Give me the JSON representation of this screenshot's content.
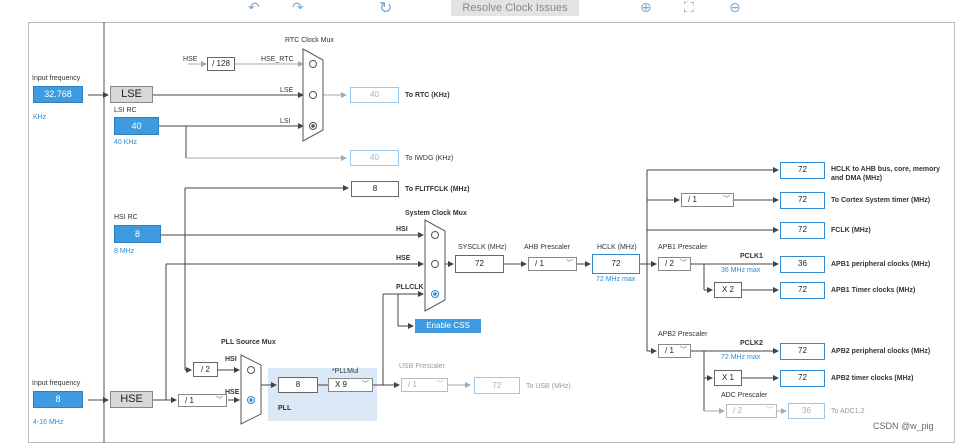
{
  "toolbar": {
    "undo_icon": "undo-icon",
    "redo_icon": "redo-icon",
    "refresh_icon": "refresh-icon",
    "resolve_label": "Resolve Clock Issues",
    "zoom_in_icon": "zoom-in-icon",
    "fit_icon": "fit-icon",
    "zoom_out_icon": "zoom-out-icon"
  },
  "labels": {
    "input_freq_top": "Input frequency",
    "input_freq_bottom": "Input frequency",
    "khz": "KHz",
    "mhz_range": "4-16 MHz",
    "lsi_rc": "LSI RC",
    "lsi_khz": "40 KHz",
    "hsi_rc": "HSI RC",
    "hsi_mhz": "8 MHz",
    "rtc_mux": "RTC Clock Mux",
    "hse_a": "HSE",
    "hse_rtc": "HSE_RTC",
    "mux_lse": "LSE",
    "mux_lsi": "LSI",
    "to_rtc": "To RTC (KHz)",
    "to_iwdg": "To IWDG (KHz)",
    "to_flit": "To FLITFCLK (MHz)",
    "sys_mux": "System Clock Mux",
    "sys_hsi": "HSI",
    "sys_hse": "HSE",
    "sys_pllclk": "PLLCLK",
    "sysclk": "SYSCLK (MHz)",
    "ahb_prescaler": "AHB Prescaler",
    "hclk": "HCLK (MHz)",
    "hclk_max": "72 MHz max",
    "apb1_prescaler": "APB1 Prescaler",
    "pclk1": "PCLK1",
    "pclk1_max": "36 MHz max",
    "apb2_prescaler": "APB2 Prescaler",
    "pclk2": "PCLK2",
    "pclk2_max": "72 MHz max",
    "adc_prescaler": "ADC Prescaler",
    "pll_source_mux": "PLL Source Mux",
    "pll_hsi": "HSI",
    "pll_hse": "HSE",
    "pll": "PLL",
    "pllmul": "*PLLMul",
    "usb_prescaler": "USB Prescaler",
    "to_usb": "To USB (MHz)",
    "out_hclk": "HCLK to AHB bus, core, memory and DMA (MHz)",
    "out_systimer": "To Cortex System timer (MHz)",
    "out_fclk": "FCLK (MHz)",
    "out_apb1p": "APB1 peripheral clocks (MHz)",
    "out_apb1t": "APB1 Timer clocks (MHz)",
    "out_apb2p": "APB2 peripheral clocks (MHz)",
    "out_apb2t": "APB2 timer clocks (MHz)",
    "out_adc": "To ADC1,2"
  },
  "values": {
    "lse_freq": "32.768",
    "lse_label": "LSE",
    "lsi_val": "40",
    "hsi_val": "8",
    "hse_freq": "8",
    "hse_label": "HSE",
    "div128": "/ 128",
    "rtc_out": "40",
    "iwdg_out": "40",
    "flit_out": "8",
    "sysclk": "72",
    "ahb": "/ 1",
    "hclk": "72",
    "apb1": "/ 2",
    "apb1_x2": "X 2",
    "apb2": "/ 1",
    "apb2_x1": "X 1",
    "adc": "/ 2",
    "hse_div": "/ 1",
    "hsi_div": "/ 2",
    "pll_in": "8",
    "pllmul": "X 9",
    "usb": "/ 1",
    "usb_out": "72",
    "out_hclk": "72",
    "out_systimer": "72",
    "out_fclk": "72",
    "out_apb1p": "36",
    "out_apb1t": "72",
    "out_apb2p": "72",
    "out_apb2t": "72",
    "out_adc": "36",
    "systimer_div": "/ 1",
    "enable_css": "Enable CSS"
  },
  "watermark": "CSDN @w_pig",
  "colors": {
    "accent": "#3f9be0",
    "pll_bg": "#dbe8f5"
  }
}
